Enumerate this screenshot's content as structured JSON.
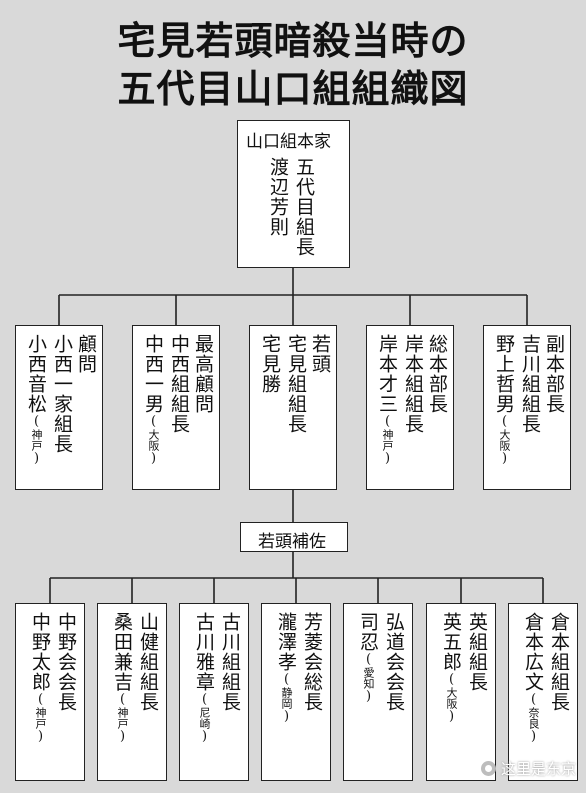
{
  "title": {
    "line1": "宅見若頭暗殺当時の",
    "line2": "五代目山口組組織図"
  },
  "top": {
    "header": "山口組本家",
    "role": "五代目組長",
    "name": "渡辺芳則"
  },
  "row1": [
    {
      "role": "顧問",
      "affil": "小西一家組長",
      "name": "小西音松",
      "city": "神戸"
    },
    {
      "role": "最高顧問",
      "affil": "中西組組長",
      "name": "中西一男",
      "city": "大阪"
    },
    {
      "role": "若頭",
      "affil": "宅見組組長",
      "name": "宅見勝",
      "city": ""
    },
    {
      "role": "総本部長",
      "affil": "岸本組組長",
      "name": "岸本才三",
      "city": "神戸"
    },
    {
      "role": "副本部長",
      "affil": "吉川組組長",
      "name": "野上哲男",
      "city": "大阪"
    }
  ],
  "assistant_label": "若頭補佐",
  "row2": [
    {
      "affil": "中野会会長",
      "name": "中野太郎",
      "city": "神戸"
    },
    {
      "affil": "山健組組長",
      "name": "桑田兼吉",
      "city": "神戸"
    },
    {
      "affil": "古川組組長",
      "name": "古川雅章",
      "city": "尼崎"
    },
    {
      "affil": "芳菱会総長",
      "name": "瀧澤孝",
      "city": "静岡"
    },
    {
      "affil": "弘道会会長",
      "name": "司忍",
      "city": "愛知"
    },
    {
      "affil": "英組組長",
      "name": "英五郎",
      "city": "大阪"
    },
    {
      "affil": "倉本組組長",
      "name": "倉本広文",
      "city": "奈良"
    }
  ],
  "watermark": "这里是东京"
}
